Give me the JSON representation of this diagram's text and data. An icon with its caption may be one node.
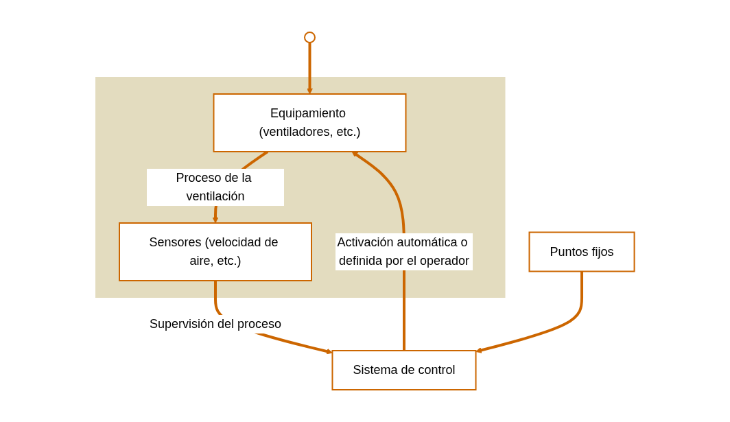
{
  "diagram": {
    "nodes": [
      {
        "text": [],
        "shape": "box"
      },
      {
        "text": [
          "Equipamiento (ventiladores, etc.)"
        ],
        "in": 0
      },
      {
        "text": [
          "Sensores (velocidad de aire, etc.)"
        ],
        "in": 0
      },
      {
        "text": [
          "Sistema de control"
        ]
      },
      {
        "text": [
          "Puntos fijos"
        ]
      },
      {
        "text": [],
        "shape": "circle"
      }
    ],
    "edges": [
      {
        "from": 1,
        "to": 2,
        "arrow": "to",
        "label": "Proceso de la ventilación"
      },
      {
        "from": 2,
        "to": 3,
        "arrow": "to",
        "label": "Supervisión del proceso"
      },
      {
        "from": 3,
        "to": 1,
        "arrow": "to",
        "label": "Activación automática o definida por el operador"
      },
      {
        "from": 5,
        "to": 1,
        "arrow": "to"
      },
      {
        "from": 4,
        "to": 3,
        "arrow": "to"
      }
    ]
  }
}
